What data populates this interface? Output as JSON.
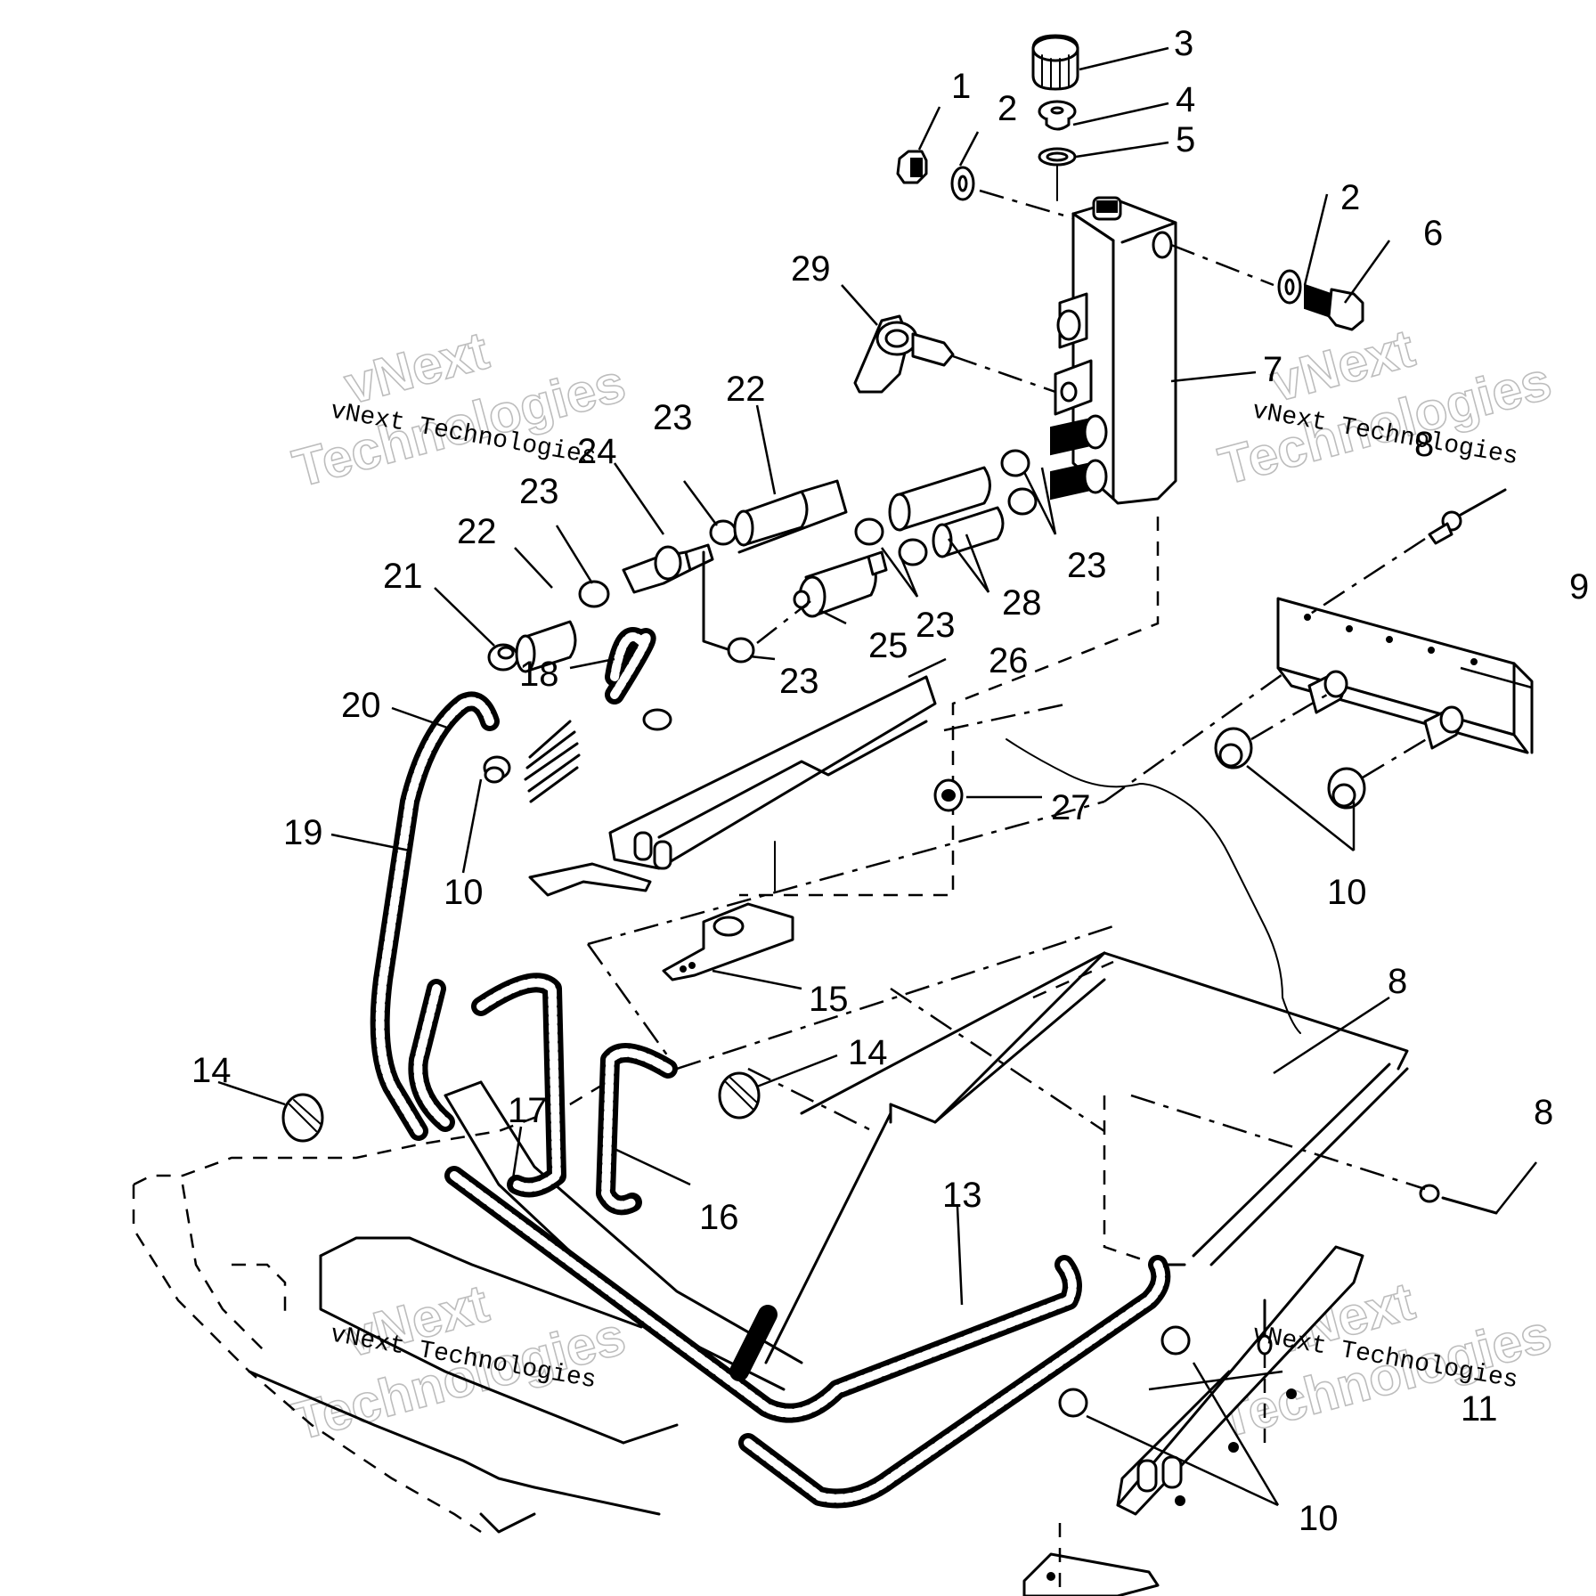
{
  "diagram": {
    "type": "exploded parts diagram",
    "subject": "cooling system assembly",
    "callouts": [
      {
        "id": "c1",
        "label": "1"
      },
      {
        "id": "c2a",
        "label": "2"
      },
      {
        "id": "c3",
        "label": "3"
      },
      {
        "id": "c4",
        "label": "4"
      },
      {
        "id": "c5",
        "label": "5"
      },
      {
        "id": "c2b",
        "label": "2"
      },
      {
        "id": "c6",
        "label": "6"
      },
      {
        "id": "c29",
        "label": "29"
      },
      {
        "id": "c7",
        "label": "7"
      },
      {
        "id": "c22a",
        "label": "22"
      },
      {
        "id": "c23a",
        "label": "23"
      },
      {
        "id": "c24",
        "label": "24"
      },
      {
        "id": "c23b",
        "label": "23"
      },
      {
        "id": "c22b",
        "label": "22"
      },
      {
        "id": "c21",
        "label": "21"
      },
      {
        "id": "c8a",
        "label": "8"
      },
      {
        "id": "c9",
        "label": "9"
      },
      {
        "id": "c23c",
        "label": "23"
      },
      {
        "id": "c28",
        "label": "28"
      },
      {
        "id": "c23d",
        "label": "23"
      },
      {
        "id": "c25",
        "label": "25"
      },
      {
        "id": "c23e",
        "label": "23"
      },
      {
        "id": "c26",
        "label": "26"
      },
      {
        "id": "c18",
        "label": "18"
      },
      {
        "id": "c20",
        "label": "20"
      },
      {
        "id": "c19",
        "label": "19"
      },
      {
        "id": "c10a",
        "label": "10"
      },
      {
        "id": "c27",
        "label": "27"
      },
      {
        "id": "c10b",
        "label": "10"
      },
      {
        "id": "c15",
        "label": "15"
      },
      {
        "id": "c8b",
        "label": "8"
      },
      {
        "id": "c14a",
        "label": "14"
      },
      {
        "id": "c14b",
        "label": "14"
      },
      {
        "id": "c17",
        "label": "17"
      },
      {
        "id": "c16",
        "label": "16"
      },
      {
        "id": "c8c",
        "label": "8"
      },
      {
        "id": "c13",
        "label": "13"
      },
      {
        "id": "c11",
        "label": "11"
      },
      {
        "id": "c10c",
        "label": "10"
      }
    ],
    "watermark": {
      "serif_text": "vNext Technologies",
      "outline_line1": "vNext",
      "outline_line2": "Technologies"
    }
  }
}
